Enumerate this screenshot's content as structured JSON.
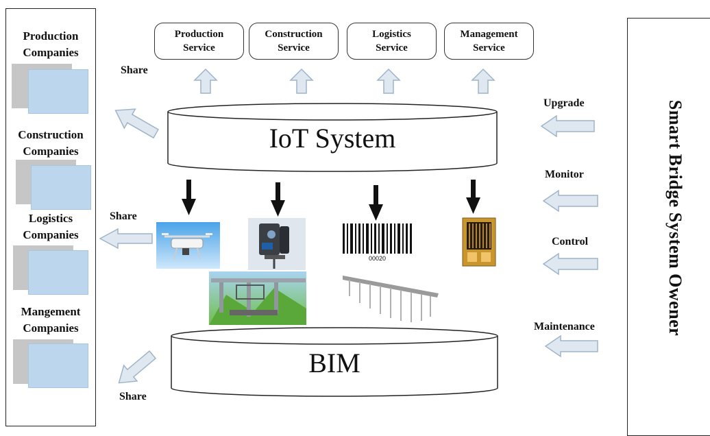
{
  "left_panel": {
    "companies": [
      {
        "line1": "Production",
        "line2": "Companies"
      },
      {
        "line1": "Construction",
        "line2": "Companies"
      },
      {
        "line1": "Logistics",
        "line2": "Companies"
      },
      {
        "line1": "Mangement",
        "line2": "Companies"
      }
    ]
  },
  "services": [
    {
      "line1": "Production",
      "line2": "Service"
    },
    {
      "line1": "Construction",
      "line2": "Service"
    },
    {
      "line1": "Logistics",
      "line2": "Service"
    },
    {
      "line1": "Management",
      "line2": "Service"
    }
  ],
  "iot": {
    "label": "IoT System"
  },
  "bim": {
    "label": "BIM"
  },
  "share_labels": [
    "Share",
    "Share",
    "Share"
  ],
  "owner": {
    "title": "Smart Bridge System Owener",
    "actions": [
      "Upgrade",
      "Monitor",
      "Control",
      "Maintenance"
    ]
  },
  "barcode": {
    "number": "00020"
  },
  "colors": {
    "arrow_fill": "#dfe8f1",
    "arrow_stroke": "#9fb4c7",
    "card_front": "#bcd6ee",
    "card_back": "#c6c6c6"
  },
  "icons": [
    "drone-image",
    "laser-scanner-image",
    "barcode-image",
    "strain-gauge-sensor-image",
    "bridge-construction-image",
    "bridge-bim-model-image"
  ]
}
